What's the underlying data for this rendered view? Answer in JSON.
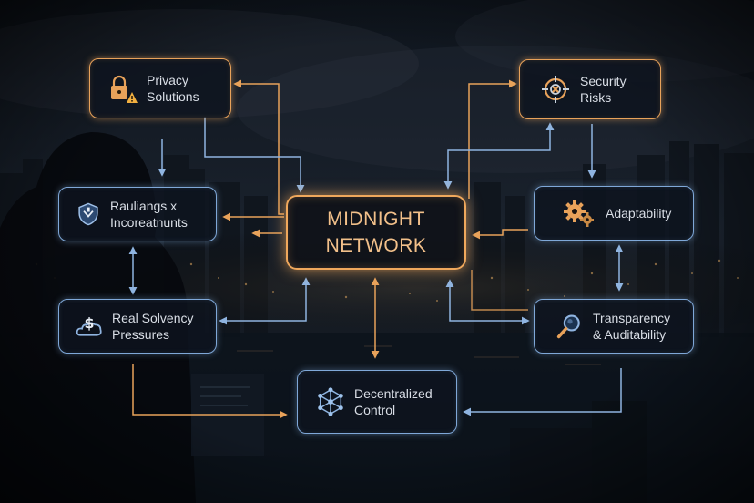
{
  "center": {
    "label": "MIDNIGHT\nNETWORK"
  },
  "nodes": {
    "privacy": {
      "label": "Privacy\nSolutions",
      "icon": "padlock-warning-icon"
    },
    "security": {
      "label": "Security\nRisks",
      "icon": "crosshair-target-icon"
    },
    "regulatory": {
      "label": "Rauliangs x\nIncoreatnunts",
      "icon": "shield-icon"
    },
    "adaptability": {
      "label": "Adaptability",
      "icon": "gears-icon"
    },
    "solvency": {
      "label": "Real Solvency\nPressures",
      "icon": "dollar-cloud-icon"
    },
    "transparency": {
      "label": "Transparency\n& Auditability",
      "icon": "magnifier-icon"
    },
    "decentralized": {
      "label": "Decentralized\nControl",
      "icon": "network-nodes-icon"
    }
  },
  "colors": {
    "orange": "#e8a25a",
    "blue": "#7fa8d8",
    "center_text": "#f2c08a"
  }
}
